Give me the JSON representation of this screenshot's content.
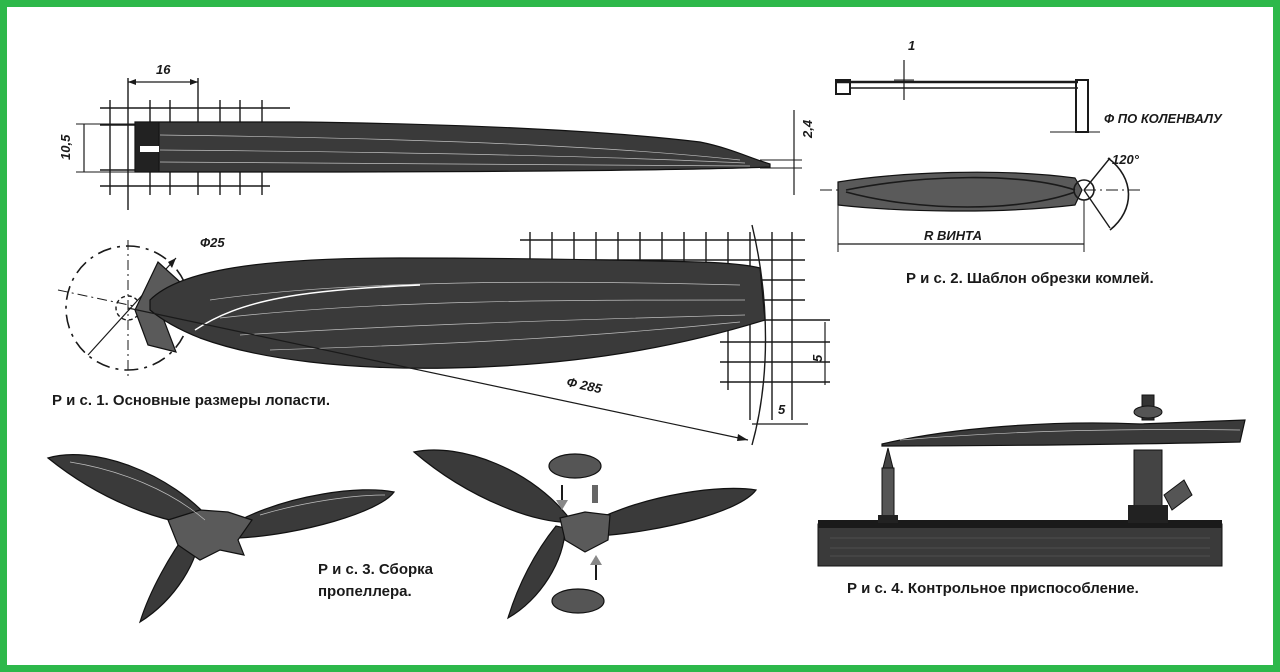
{
  "figures": {
    "fig1": {
      "caption": "Р и с. 1. Основные размеры лопасти.",
      "dims": {
        "width16": "16",
        "height105": "10,5",
        "thick24": "2,4",
        "phi25": "Ф25",
        "phi285": "Ф 285",
        "five_a": "5",
        "five_b": "5"
      }
    },
    "fig2": {
      "caption": "Р и с. 2. Шаблон обрезки комлей.",
      "dims": {
        "one": "1",
        "crankshaft": "Ф ПО КОЛЕНВАЛУ",
        "angle": "120°",
        "radius": "R ВИНТА"
      }
    },
    "fig3": {
      "caption_line1": "Р и с. 3. Сборка",
      "caption_line2": "пропеллера."
    },
    "fig4": {
      "caption": "Р и с. 4. Контрольное приспособление."
    }
  },
  "colors": {
    "frame": "#2db84a",
    "ink": "#1a1a1a",
    "paper": "#ffffff"
  }
}
